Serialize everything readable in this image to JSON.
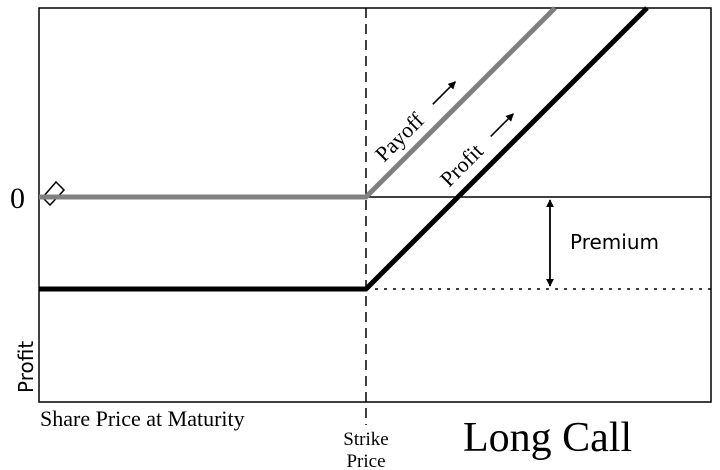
{
  "zero_label": "0",
  "y_axis_label": "Profit",
  "x_axis_label": "Share Price at Maturity",
  "strike_label_line1": "Strike",
  "strike_label_line2": "Price",
  "title": "Long Call",
  "payoff_label": "Payoff",
  "profit_label": "Profit",
  "premium_label": "Premium",
  "colors": {
    "payoff": "#808080",
    "profit": "#000000",
    "frame": "#000000"
  },
  "chart_data": {
    "type": "line",
    "xlabel": "Share Price at Maturity",
    "ylabel": "Profit",
    "title": "Long Call",
    "series": [
      {
        "name": "Payoff",
        "shape": "flat at 0 up to the strike price, then rising with slope 1"
      },
      {
        "name": "Profit",
        "shape": "flat at minus the premium up to the strike price, then rising with slope 1; equals payoff minus premium"
      }
    ],
    "annotations": [
      "Strike Price",
      "Premium"
    ]
  }
}
